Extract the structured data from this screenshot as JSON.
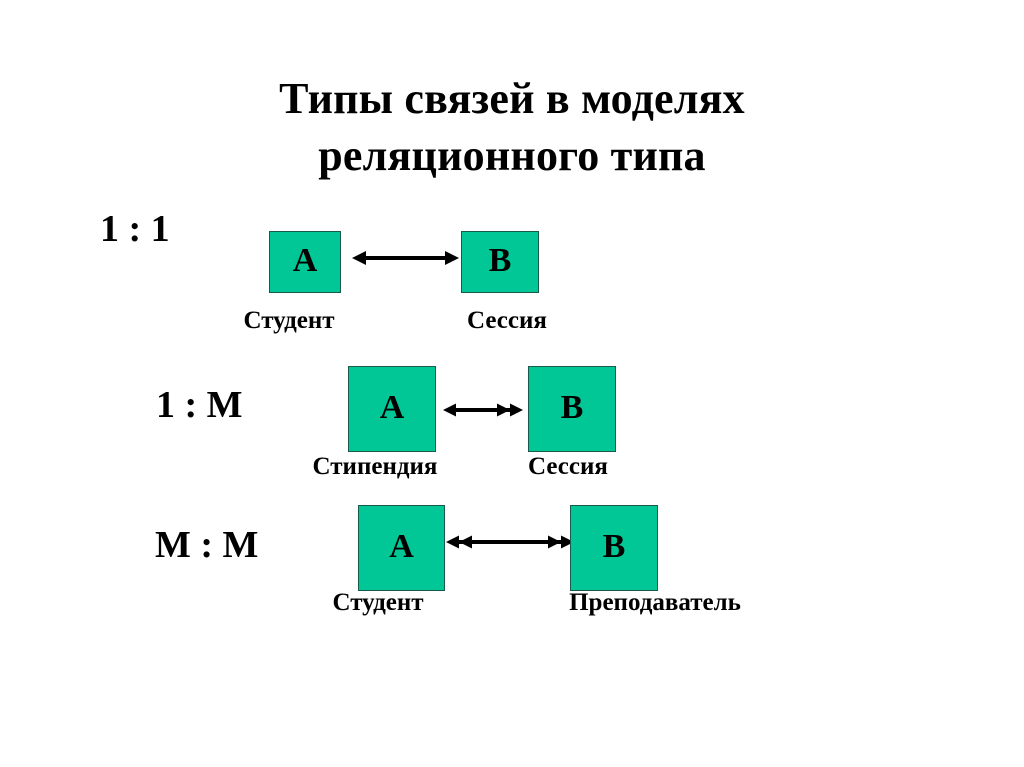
{
  "slide": {
    "background_color": "#ffffff",
    "title_lines": [
      "Типы связей в моделях",
      "реляционного типа"
    ],
    "title_text": "Типы связей в моделях реляционного типа"
  },
  "theme": {
    "box_fill": "#00c795",
    "box_border": "#1a5a4a",
    "text_color": "#000000",
    "arrow_color": "#000000"
  },
  "relationships": [
    {
      "id": "one-to-one",
      "ratio": "1 : 1",
      "left": {
        "letter": "A",
        "caption": "Студент"
      },
      "right": {
        "letter": "B",
        "caption": "Сессия"
      },
      "arrow": {
        "left_heads": 1,
        "right_heads": 1
      }
    },
    {
      "id": "one-to-many",
      "ratio": "1 : M",
      "left": {
        "letter": "A",
        "caption": "Стипендия"
      },
      "right": {
        "letter": "B",
        "caption": "Сессия"
      },
      "arrow": {
        "left_heads": 1,
        "right_heads": 2
      }
    },
    {
      "id": "many-to-many",
      "ratio": "M : M",
      "left": {
        "letter": "A",
        "caption": "Студент"
      },
      "right": {
        "letter": "B",
        "caption": "Преподаватель"
      },
      "arrow": {
        "left_heads": 2,
        "right_heads": 2
      }
    }
  ]
}
